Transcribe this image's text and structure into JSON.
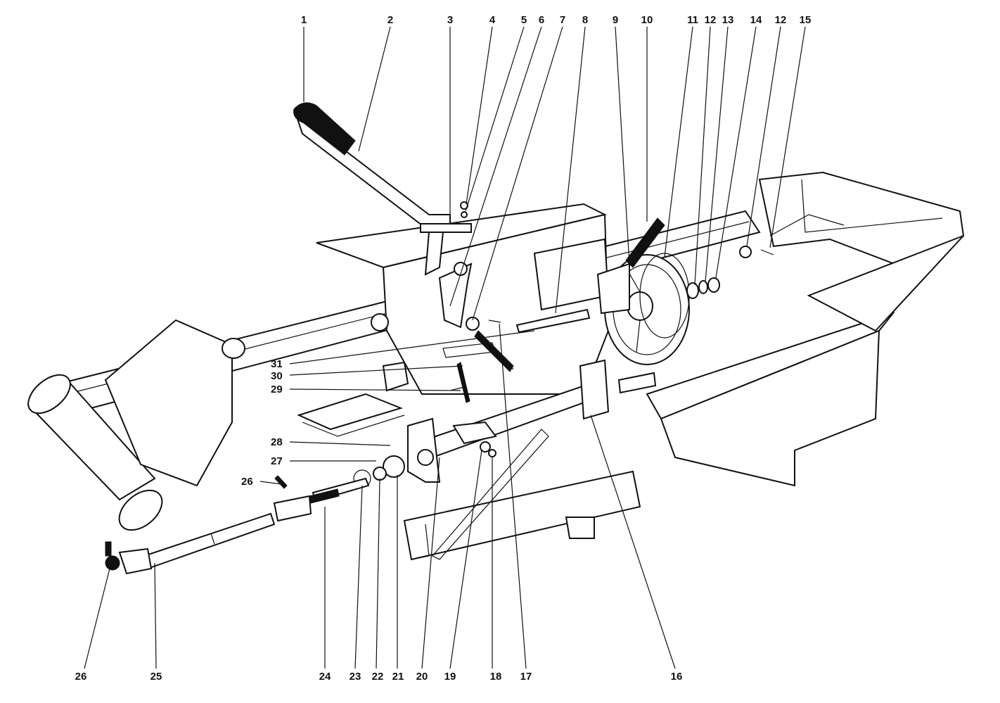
{
  "diagram": {
    "top_callouts": [
      "1",
      "2",
      "3",
      "4",
      "5",
      "6",
      "7",
      "8",
      "9",
      "10",
      "11",
      "12",
      "13",
      "14",
      "12",
      "15"
    ],
    "bottom_callouts": [
      "26",
      "25",
      "24",
      "23",
      "22",
      "21",
      "20",
      "19",
      "18",
      "17",
      "16"
    ],
    "left_callouts": [
      "31",
      "30",
      "29",
      "28",
      "27",
      "26"
    ]
  }
}
